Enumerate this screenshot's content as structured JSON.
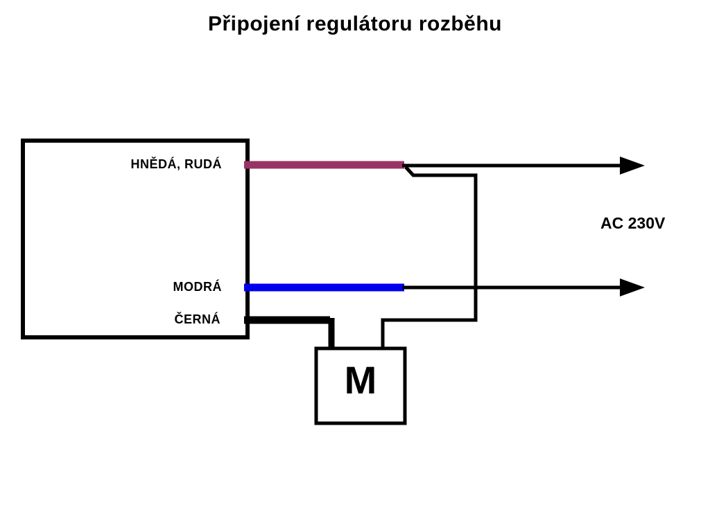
{
  "diagram": {
    "title": "Připojení regulátoru rozběhu",
    "regulator": {
      "wire_labels": {
        "brown_red": "HNĚDÁ, RUDÁ",
        "blue": "MODRÁ",
        "black": "ČERNÁ"
      }
    },
    "motor_label": "M",
    "supply_label": "AC 230V",
    "colors": {
      "brown_red_wire": "#993366",
      "blue_wire": "#0000ee",
      "black_wire": "#000000",
      "line": "#000000",
      "box_fill": "#ffffff"
    }
  }
}
